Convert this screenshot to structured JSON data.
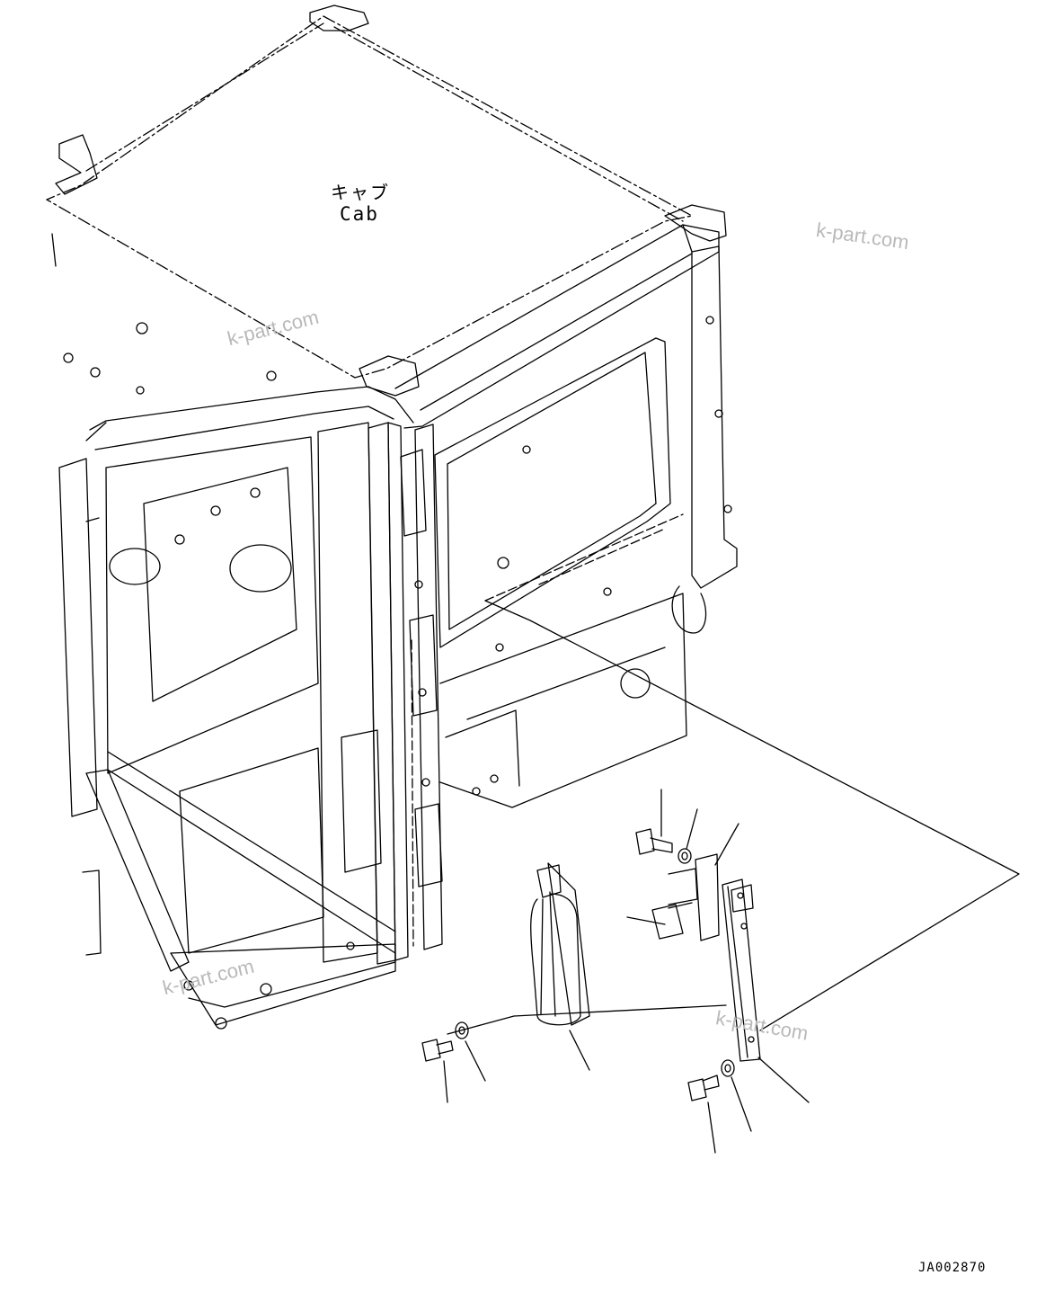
{
  "labels": {
    "cab_jp": "キャブ",
    "cab_en": "Cab",
    "drawing_code": "JA002870"
  },
  "watermarks": [
    "k-part.com",
    "k-part.com",
    "k-part.com",
    "k-part.com"
  ],
  "colors": {
    "line": "#000000",
    "watermark": "#b9b9b9",
    "background": "#ffffff"
  }
}
